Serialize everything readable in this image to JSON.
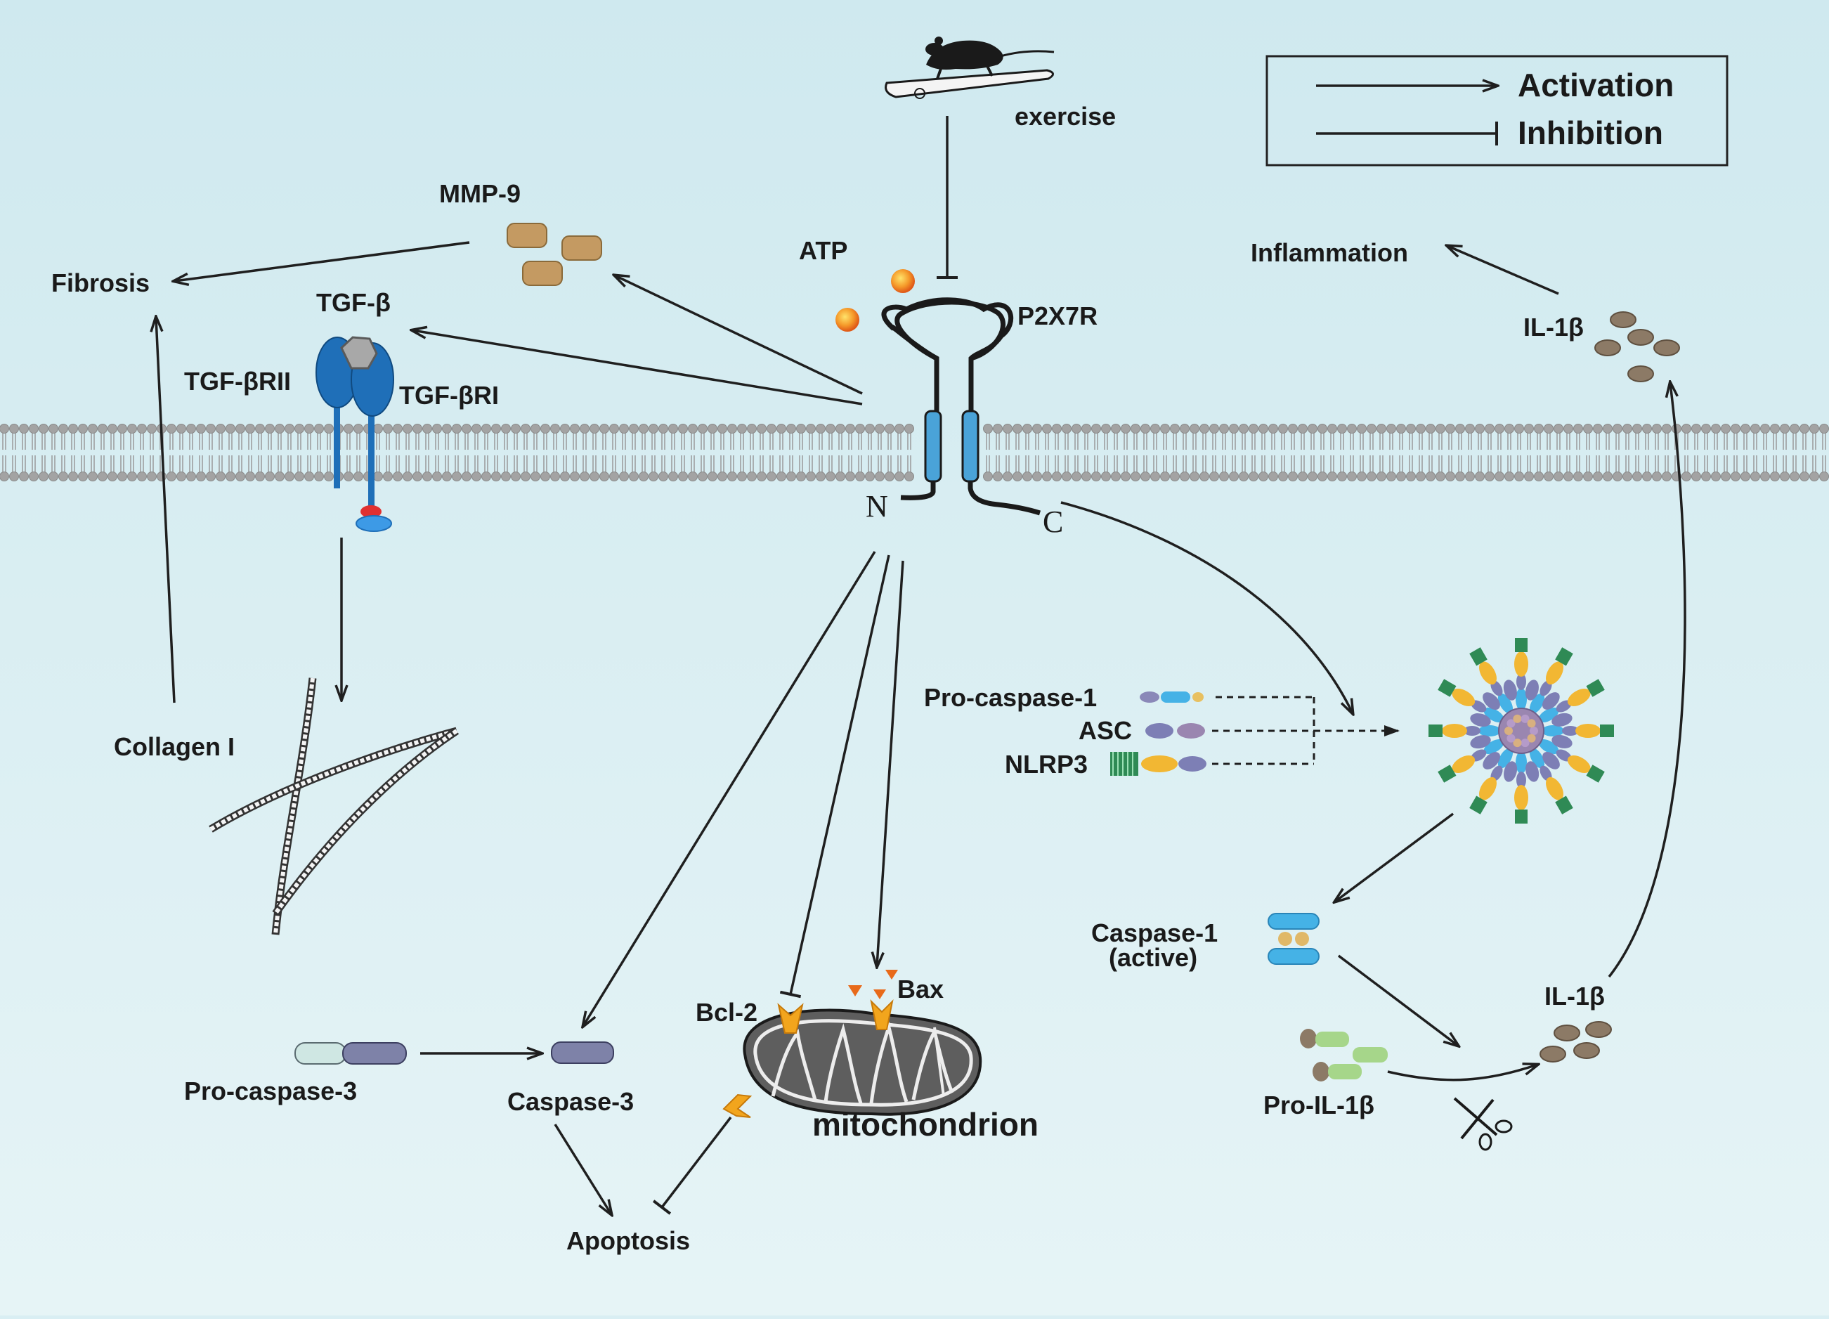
{
  "legend": {
    "activation": "Activation",
    "inhibition": "Inhibition"
  },
  "labels": {
    "exercise": "exercise",
    "atp": "ATP",
    "p2x7r": "P2X7R",
    "n_terminus": "N",
    "c_terminus": "C",
    "mmp9": "MMP-9",
    "fibrosis": "Fibrosis",
    "tgfb": "TGF-β",
    "tgfbrii": "TGF-βRII",
    "tgfbri": "TGF-βRI",
    "collagen": "Collagen I",
    "inflammation": "Inflammation",
    "il1b_top": "IL-1β",
    "procaspase1": "Pro-caspase-1",
    "asc": "ASC",
    "nlrp3": "NLRP3",
    "caspase1_line1": "Caspase-1",
    "caspase1_line2": "(active)",
    "il1b_bottom": "IL-1β",
    "proil1b": "Pro-IL-1β",
    "bcl2": "Bcl-2",
    "bax": "Bax",
    "mitochondrion": "mitochondrion",
    "procaspase3": "Pro-caspase-3",
    "caspase3": "Caspase-3",
    "apoptosis": "Apoptosis"
  },
  "colors": {
    "background": "#d9eef3",
    "membrane_head": "#a3a3a3",
    "receptor_blue": "#1f6fb8",
    "mmp9_brown": "#c49a62",
    "il1b_brown": "#8c7a66",
    "atp_orange": "#f08020",
    "nlrp3_green": "#2f8a55",
    "asc_purple": "#7d7fb5",
    "caspase_cyan": "#45b2e6",
    "mito_gray": "#555555",
    "bax_orange": "#e86a1a"
  }
}
